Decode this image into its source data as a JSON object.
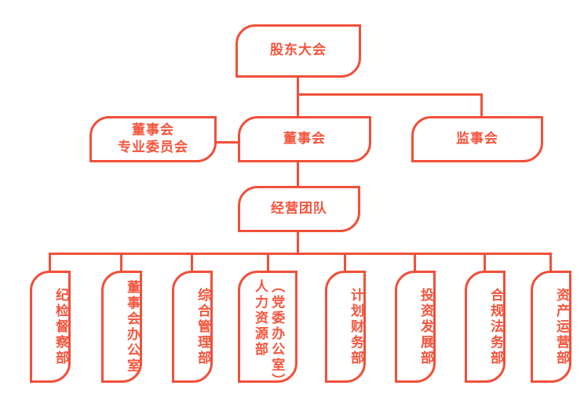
{
  "chart": {
    "type": "organization-chart",
    "accent_color": "#F0503A",
    "text_color": "#F4553D",
    "background": "#FFFFFF",
    "nodes": {
      "shareholders_meeting": {
        "label": "股东大会"
      },
      "board_committees": {
        "line1": "董事会",
        "line2": "专业委员会"
      },
      "board_of_directors": {
        "label": "董事会"
      },
      "board_of_supervisors": {
        "label": "监事会"
      },
      "management_team": {
        "label": "经营团队"
      }
    },
    "departments": [
      {
        "label": "纪检督察部"
      },
      {
        "label": "董事会办公室"
      },
      {
        "label": "综合管理部"
      },
      {
        "label": "人力资源部",
        "sublabel": "（党委办公室）"
      },
      {
        "label": "计划财务部"
      },
      {
        "label": "投资发展部"
      },
      {
        "label": "合规法务部"
      },
      {
        "label": "资产运营部"
      }
    ]
  }
}
